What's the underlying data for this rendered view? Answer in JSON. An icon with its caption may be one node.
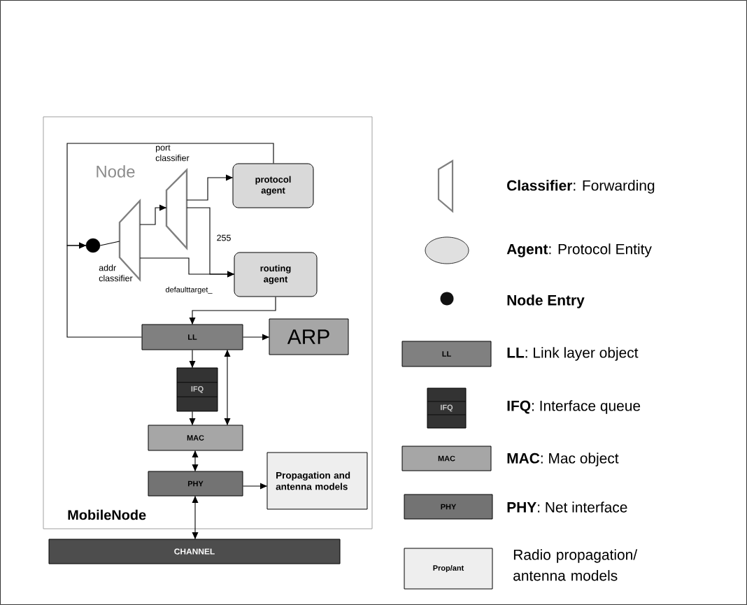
{
  "diagram": {
    "nodes": [
      {
        "text": [
          "MobileNode"
        ]
      },
      {
        "text": [],
        "shape": "circle",
        "in": 0
      },
      {
        "text": [
          "addr classifier"
        ],
        "in": 0
      },
      {
        "text": [
          "port classifier"
        ],
        "in": 0
      },
      {
        "text": [
          "protocol agent"
        ],
        "in": 0
      },
      {
        "text": [
          "routing agent"
        ],
        "in": 0
      },
      {
        "text": [
          "LL"
        ],
        "in": 0
      },
      {
        "text": [
          "ARP"
        ],
        "in": 0
      },
      {
        "text": [
          "IFQ"
        ],
        "in": 0
      },
      {
        "text": [
          "MAC"
        ],
        "in": 0
      },
      {
        "text": [
          "PHY"
        ],
        "in": 0
      },
      {
        "text": [
          "Propagation and antenna models"
        ],
        "in": 0
      },
      {
        "text": [
          "CHANNEL"
        ]
      }
    ],
    "edges": [
      {
        "from": 4,
        "to": 1,
        "arrow": "to"
      },
      {
        "from": 6,
        "to": 1,
        "arrow": "to"
      },
      {
        "from": 1,
        "to": 2,
        "arrow": "none"
      },
      {
        "from": 2,
        "to": 3,
        "arrow": "to"
      },
      {
        "from": 3,
        "to": 4,
        "arrow": "to"
      },
      {
        "from": 3,
        "to": 5,
        "arrow": "to",
        "label": "255"
      },
      {
        "from": 2,
        "to": 5,
        "arrow": "to",
        "label": "defaulttarget_"
      },
      {
        "from": 5,
        "to": 6,
        "arrow": "to"
      },
      {
        "from": 6,
        "to": 7,
        "arrow": "to"
      },
      {
        "from": 6,
        "to": 8,
        "arrow": "to"
      },
      {
        "from": 8,
        "to": 9,
        "arrow": "to"
      },
      {
        "from": 9,
        "to": 6,
        "arrow": "both"
      },
      {
        "from": 9,
        "to": 10,
        "arrow": "both"
      },
      {
        "from": 10,
        "to": 11,
        "arrow": "to"
      },
      {
        "from": 10,
        "to": 12,
        "arrow": "both"
      }
    ],
    "labels": [
      "Node",
      "LL",
      "IFQ",
      "MAC",
      "PHY",
      "Prop/ant"
    ],
    "legend": [
      {
        "text": "**Classifier**: Forwarding"
      },
      {
        "text": "**Agent**: Protocol Entity"
      },
      {
        "text": "Node Entry"
      },
      {
        "text": "**LL**: Link layer object",
        "color": "#808080"
      },
      {
        "text": "**IFQ**: Interface queue",
        "color": "#333333"
      },
      {
        "text": "**MAC**: Mac object",
        "color": "#a6a6a6"
      },
      {
        "text": "**PHY**: Net interface",
        "color": "#737373"
      },
      {
        "text": "Radio propagation/ antenna models",
        "color": "#eeeeee"
      }
    ]
  }
}
